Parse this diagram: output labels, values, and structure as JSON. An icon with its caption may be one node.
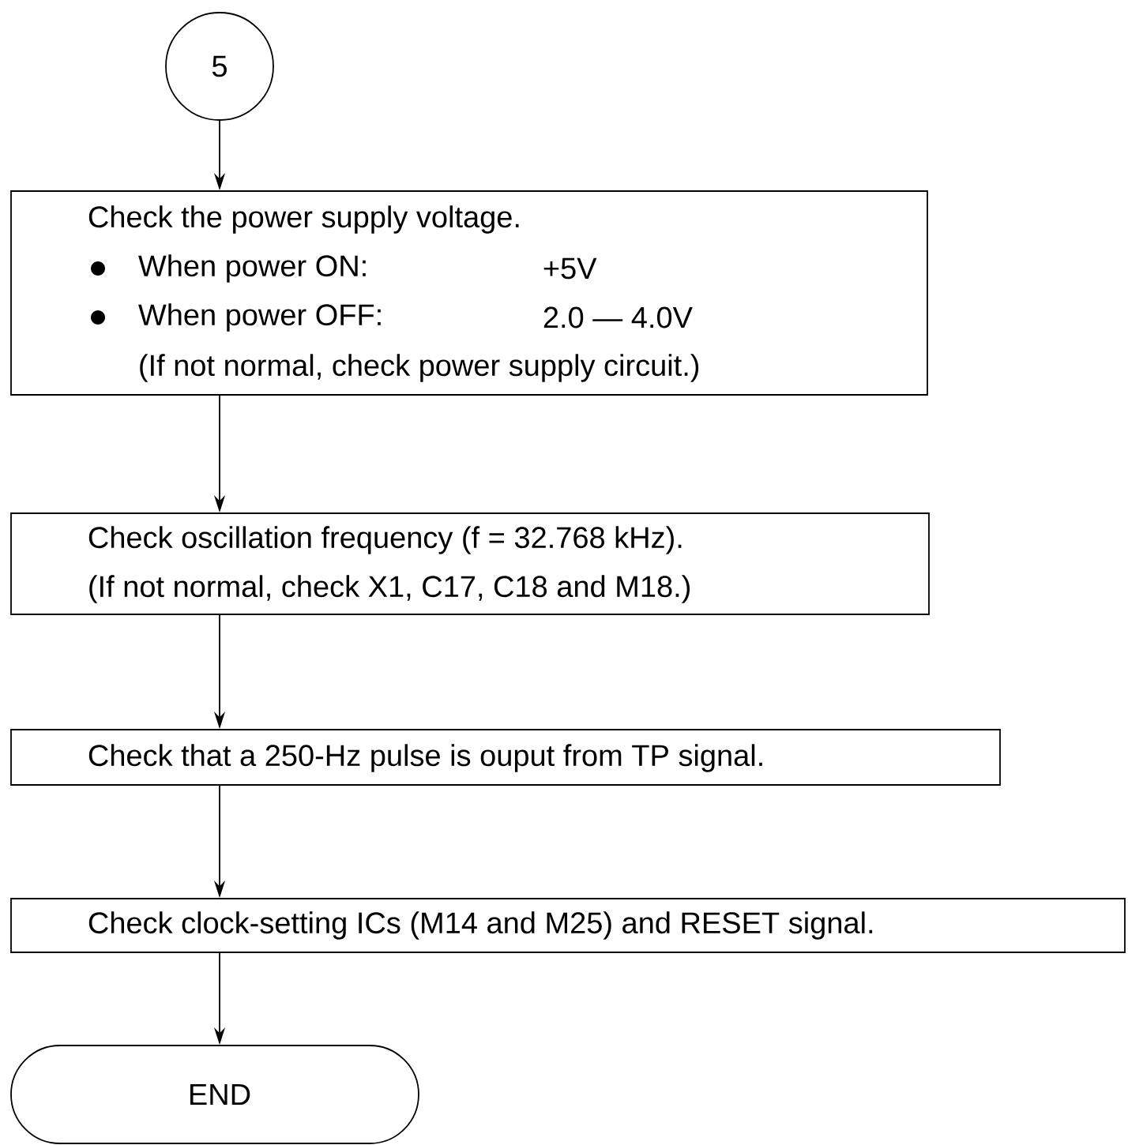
{
  "diagram": {
    "nodes": [
      {
        "text": [
          "5"
        ]
      },
      {
        "text": [
          "Check the power supply voltage.",
          "When power ON:",
          "+5V",
          "When power OFF:",
          "2.0 — 4.0V",
          "(If not normal, check power supply circuit.)"
        ]
      },
      {
        "text": [
          "Check oscillation frequency (f = 32.768 kHz).",
          "(If not normal, check X1, C17, C18 and M18.)"
        ]
      },
      {
        "text": [
          "Check that a 250-Hz pulse is ouput from TP signal."
        ]
      },
      {
        "text": [
          "Check clock-setting ICs (M14 and M25) and RESET signal."
        ]
      },
      {
        "text": [
          "END"
        ]
      }
    ],
    "edges": [
      {
        "from": 0,
        "to": 1,
        "arrow": "to"
      },
      {
        "from": 1,
        "to": 2,
        "arrow": "to"
      },
      {
        "from": 2,
        "to": 3,
        "arrow": "to"
      },
      {
        "from": 3,
        "to": 4,
        "arrow": "to"
      },
      {
        "from": 4,
        "to": 5,
        "arrow": "to"
      }
    ]
  }
}
